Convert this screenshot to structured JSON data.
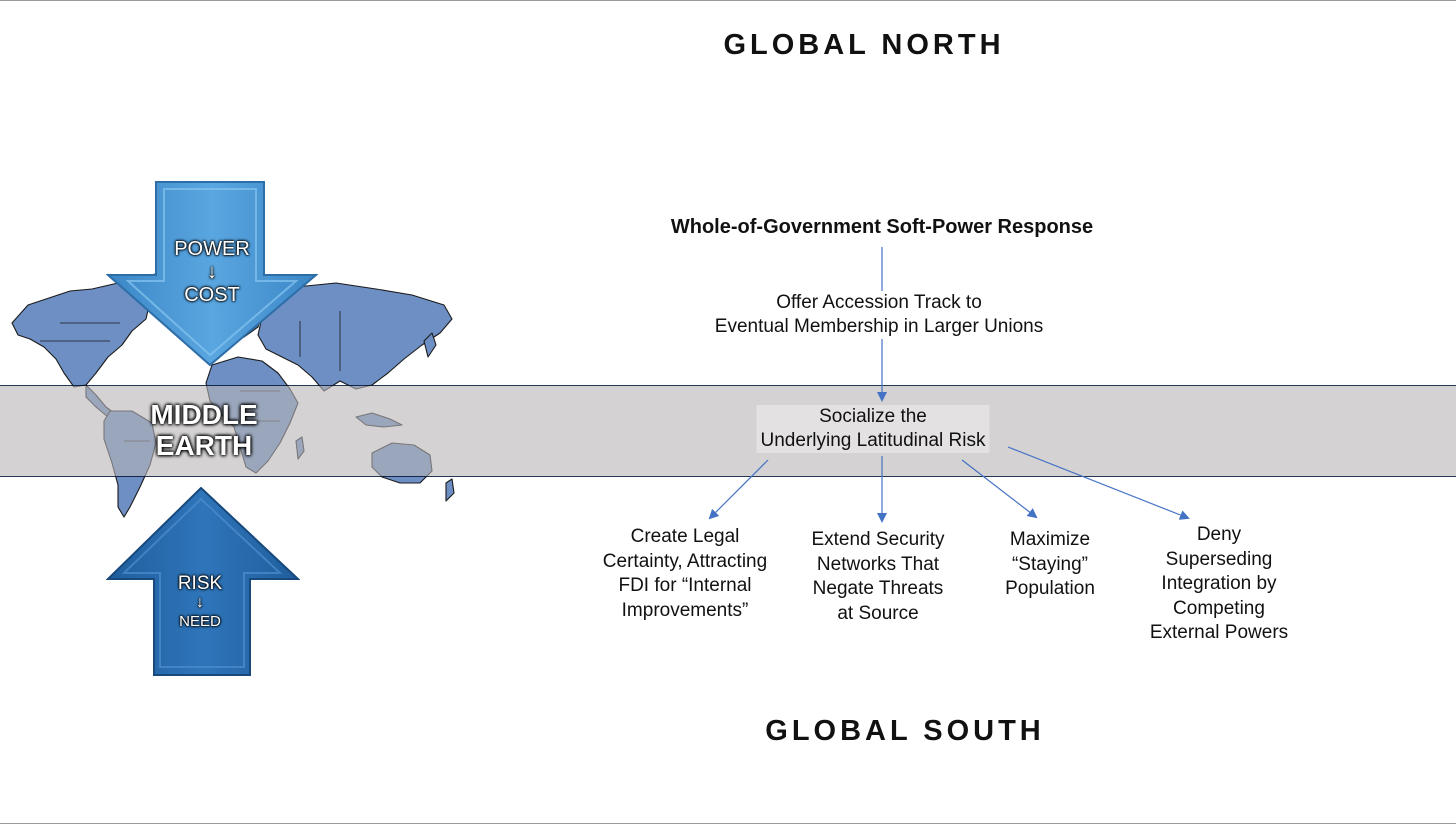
{
  "headings": {
    "north": "GLOBAL NORTH",
    "south": "GLOBAL SOUTH"
  },
  "arrows": {
    "down": {
      "line1": "POWER",
      "symbol": "↓",
      "line2": "COST",
      "color": "#4f9fd9"
    },
    "up": {
      "line1": "RISK",
      "symbol": "↓",
      "line2": "NEED",
      "color": "#2a6cad"
    }
  },
  "band": {
    "label_line1": "MIDDLE",
    "label_line2": "EARTH",
    "fill": "#e3e1e2",
    "border": "#3d5678"
  },
  "tree": {
    "root": "Whole-of-Government Soft-Power Response",
    "step1": {
      "line1": "Offer Accession Track to",
      "line2": "Eventual Membership in Larger Unions"
    },
    "step2": {
      "line1": "Socialize the",
      "line2": "Underlying Latitudinal Risk"
    },
    "leaves": [
      {
        "lines": [
          "Create Legal",
          "Certainty,  Attracting",
          "FDI for “Internal",
          "Improvements”"
        ]
      },
      {
        "lines": [
          "Extend Security",
          "Networks That",
          "Negate Threats",
          "at Source"
        ]
      },
      {
        "lines": [
          "Maximize",
          "“Staying”",
          "Population"
        ]
      },
      {
        "lines": [
          "Deny",
          "Superseding",
          "Integration by",
          "Competing",
          "External Powers"
        ]
      }
    ],
    "connector_color": "#4472c4"
  },
  "map": {
    "land_color": "#6d8fc4",
    "border_color": "#1a1a1a"
  }
}
